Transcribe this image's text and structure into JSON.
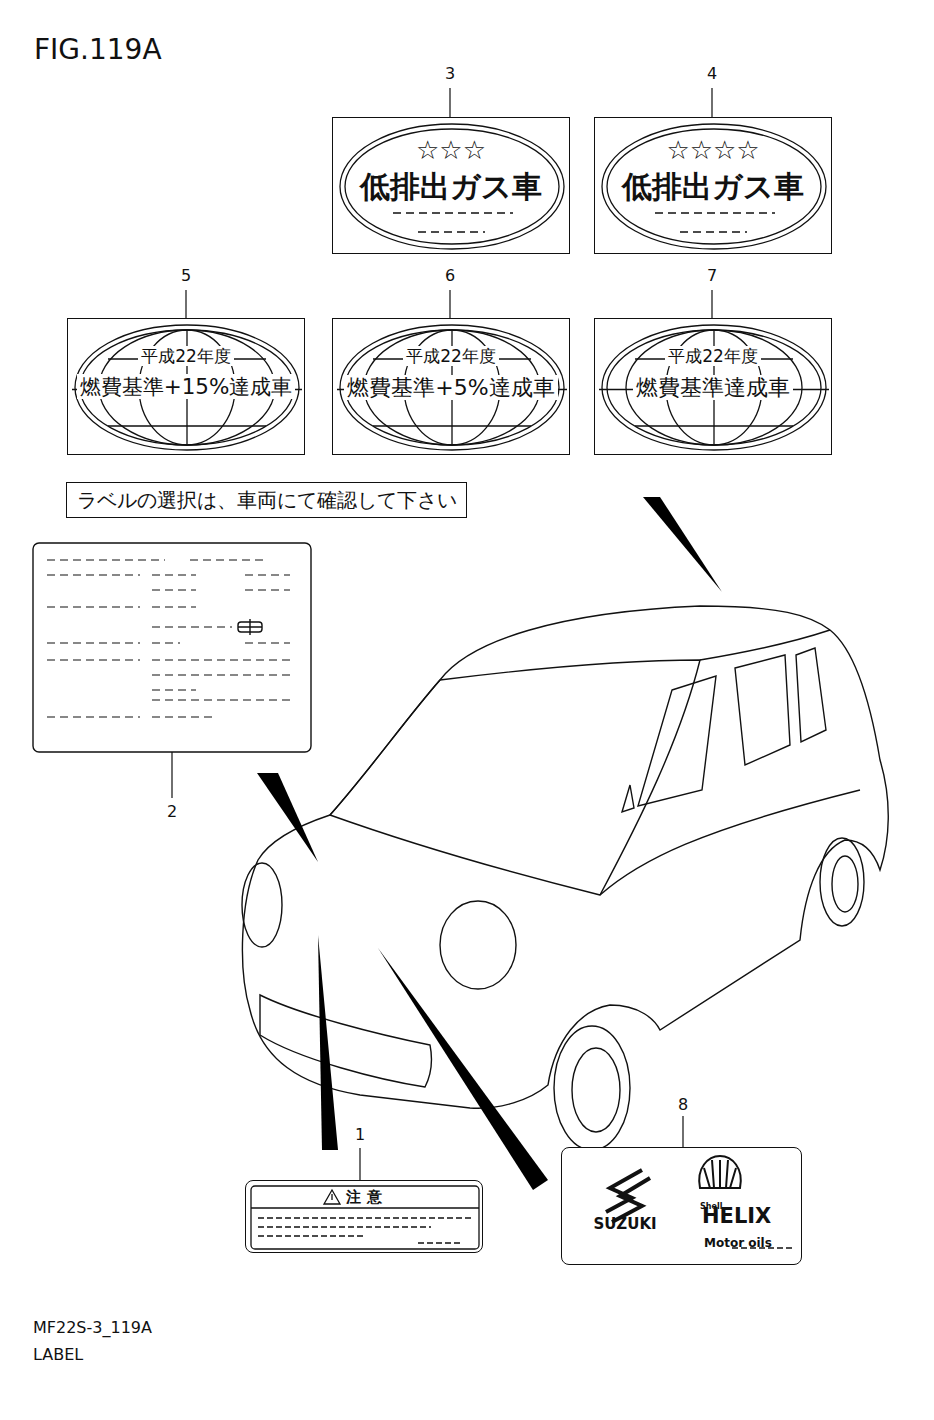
{
  "diagram": {
    "title": "FIG.119A",
    "caption": "MF22S-3_119A",
    "nodes": [
      {
        "text": [
          "☆☆☆",
          "低排出ガス車"
        ]
      },
      {
        "text": [
          "☆☆☆☆",
          "低排出ガス車"
        ]
      },
      {
        "text": [
          "平成22年度",
          "燃費基準+15%達成車"
        ]
      },
      {
        "text": [
          "平成22年度",
          "燃費基準+5%達成車"
        ]
      },
      {
        "text": [
          "平成22年度",
          "燃費基準達成車"
        ]
      },
      {
        "text": [
          "ラベルの選択は、車両にて確認して下さい"
        ]
      },
      {
        "text": [
          "注 意"
        ]
      },
      {
        "text": [
          "SUZUKI",
          "Shell",
          "HELIX",
          "Motor oils"
        ]
      }
    ],
    "labels": [
      "3",
      "4",
      "5",
      "6",
      "7",
      "2",
      "1",
      "8",
      "LABEL"
    ]
  }
}
